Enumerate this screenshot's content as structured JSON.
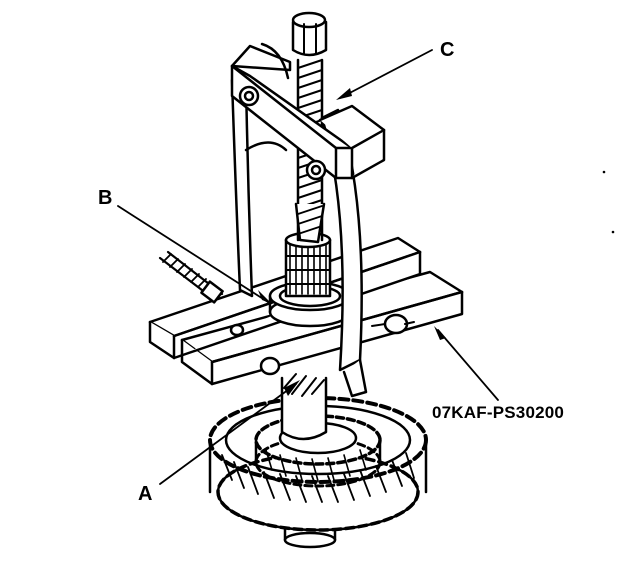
{
  "callouts": {
    "a": "A",
    "b": "B",
    "c": "C",
    "tool_part_number": "07KAF-PS30200"
  },
  "colors": {
    "ink": "#000000",
    "paper": "#ffffff"
  }
}
